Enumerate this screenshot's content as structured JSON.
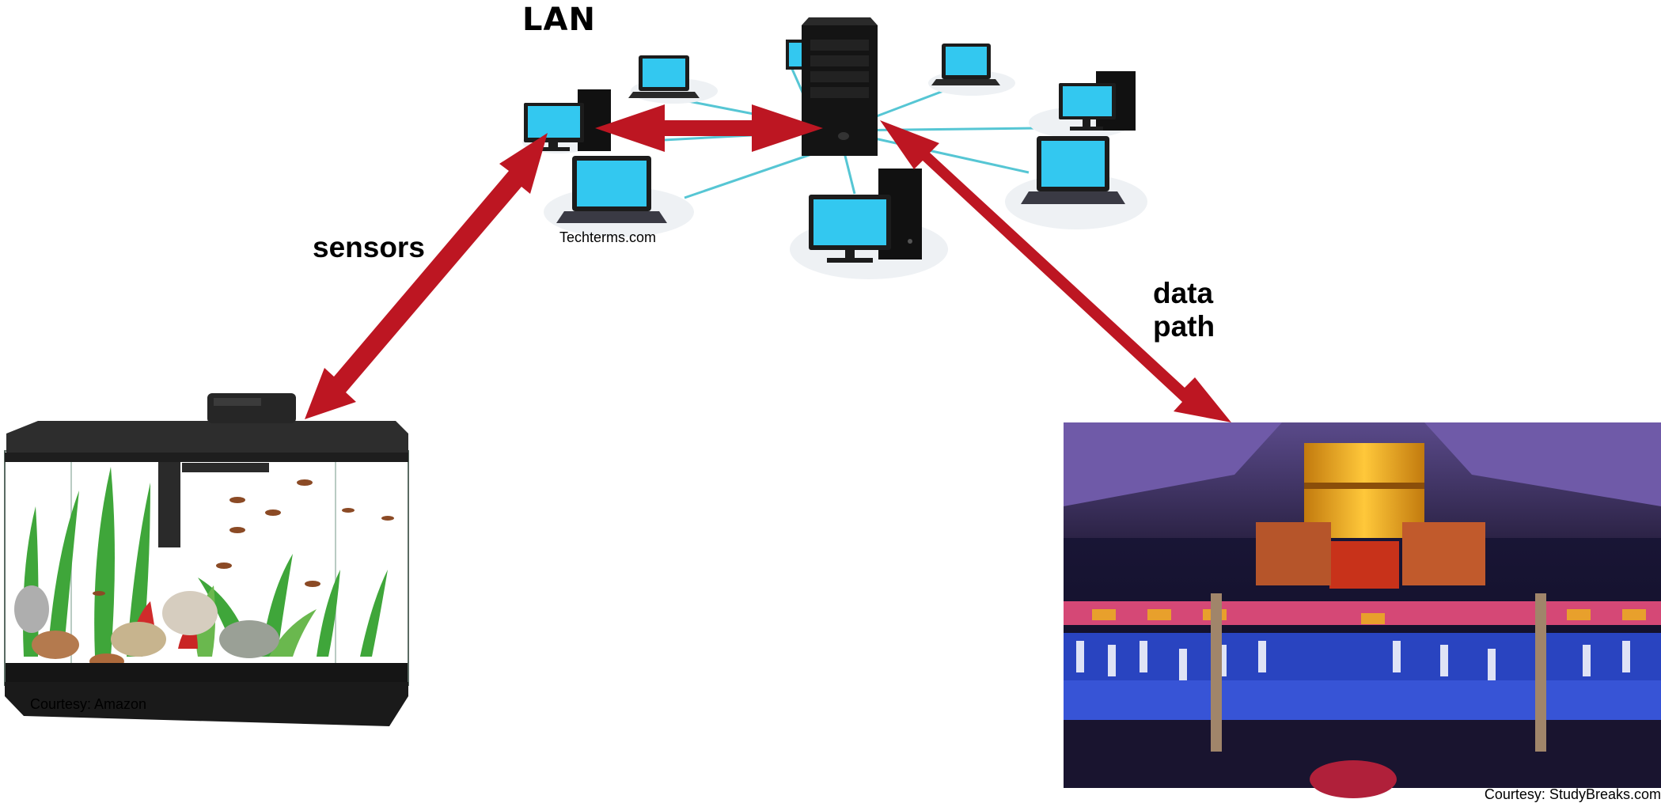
{
  "lan": {
    "title": "LAN",
    "credit": "Techterms.com",
    "icons": [
      "server-tower-icon",
      "laptop-icon",
      "desktop-computer-icon"
    ]
  },
  "arrows": {
    "sensors_label": "sensors",
    "data_path_label": "data\npath"
  },
  "aquarium": {
    "credit": "Courtesy: Amazon",
    "icon": "fish-tank-icon"
  },
  "casino": {
    "credit": "Courtesy: StudyBreaks.com",
    "icon": "casino-floor-photo"
  },
  "colors": {
    "arrow": "#bd1622",
    "screen": "#33c8f0",
    "cable": "#56c6d4",
    "device": "#1c1c1c"
  }
}
